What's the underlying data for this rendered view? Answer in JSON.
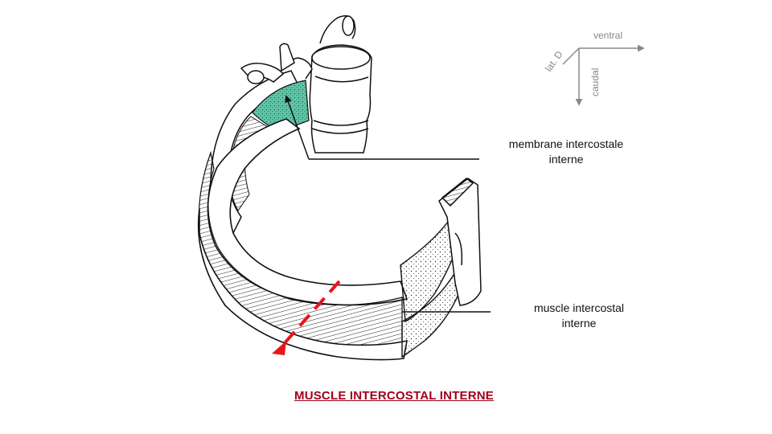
{
  "labels": {
    "membrane_line1": "membrane intercostale",
    "membrane_line2": "interne",
    "muscle_line1": "muscle intercostal",
    "muscle_line2": "interne"
  },
  "orientation": {
    "ventral": "ventral",
    "lateral": "lat. D",
    "caudal": "caudal"
  },
  "title": "MUSCLE INTERCOSTAL INTERNE",
  "colors": {
    "membrane_fill": "#5fc4a6",
    "cut_line": "#e8151b",
    "title": "#a00018",
    "axes": "#888888"
  }
}
